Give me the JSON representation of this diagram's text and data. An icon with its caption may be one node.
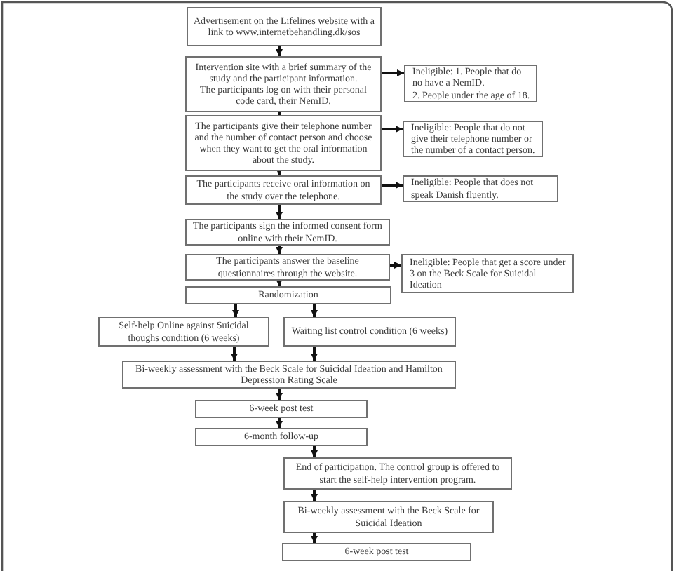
{
  "diagram": {
    "nodes": [
      {
        "text": [
          "Advertisement on the Lifelines website with a link to www.internetbehandling.dk/sos"
        ]
      },
      {
        "text": [
          "Intervention site with a brief summary of the study and the participant information.",
          "The participants log on with their personal code card, their NemID."
        ]
      },
      {
        "text": [
          "Ineligible: 1. People that do no have a NemID.",
          "2. People under the age of 18."
        ]
      },
      {
        "text": [
          "The participants give their telephone number and the number of contact person and choose when they want to get the oral information about the study."
        ]
      },
      {
        "text": [
          "Ineligible: People that do not give their telephone number or the number of a contact person."
        ]
      },
      {
        "text": [
          "The participants receive oral information on the study over the telephone."
        ]
      },
      {
        "text": [
          "Ineligible: People that does not speak Danish fluently."
        ]
      },
      {
        "text": [
          "The participants sign the informed consent form online with their NemID."
        ]
      },
      {
        "text": [
          "The participants answer the baseline questionnaires through the website."
        ]
      },
      {
        "text": [
          "Ineligible: People that get a score under 3 on the Beck Scale for Suicidal Ideation"
        ]
      },
      {
        "text": [
          "Randomization"
        ]
      },
      {
        "text": [
          "Self-help Online against Suicidal thoughs condition (6 weeks)"
        ]
      },
      {
        "text": [
          "Waiting list control condition (6 weeks)"
        ]
      },
      {
        "text": [
          "Bi-weekly assessment with the Beck Scale for Suicidal Ideation and Hamilton Depression Rating Scale"
        ]
      },
      {
        "text": [
          "6-week post test"
        ]
      },
      {
        "text": [
          "6-month follow-up"
        ]
      },
      {
        "text": [
          "End of participation. The control group is offered to start the self-help intervention program."
        ]
      },
      {
        "text": [
          "Bi-weekly assessment with the Beck Scale for Suicidal Ideation"
        ]
      },
      {
        "text": [
          "6-week post test"
        ]
      }
    ],
    "edges": [
      {
        "from": 0,
        "to": 1,
        "arrow": "to"
      },
      {
        "from": 1,
        "to": 2,
        "arrow": "to"
      },
      {
        "from": 1,
        "to": 3,
        "arrow": "to"
      },
      {
        "from": 3,
        "to": 4,
        "arrow": "to"
      },
      {
        "from": 3,
        "to": 5,
        "arrow": "to"
      },
      {
        "from": 5,
        "to": 6,
        "arrow": "to"
      },
      {
        "from": 5,
        "to": 7,
        "arrow": "to"
      },
      {
        "from": 7,
        "to": 8,
        "arrow": "to"
      },
      {
        "from": 8,
        "to": 9,
        "arrow": "to"
      },
      {
        "from": 8,
        "to": 10,
        "arrow": "to"
      },
      {
        "from": 10,
        "to": 11,
        "arrow": "to"
      },
      {
        "from": 10,
        "to": 12,
        "arrow": "to"
      },
      {
        "from": 11,
        "to": 13,
        "arrow": "to"
      },
      {
        "from": 12,
        "to": 13,
        "arrow": "to"
      },
      {
        "from": 13,
        "to": 14,
        "arrow": "to"
      },
      {
        "from": 14,
        "to": 15,
        "arrow": "to"
      },
      {
        "from": 15,
        "to": 16,
        "arrow": "to"
      },
      {
        "from": 16,
        "to": 17,
        "arrow": "to"
      },
      {
        "from": 17,
        "to": 18,
        "arrow": "to"
      }
    ]
  }
}
